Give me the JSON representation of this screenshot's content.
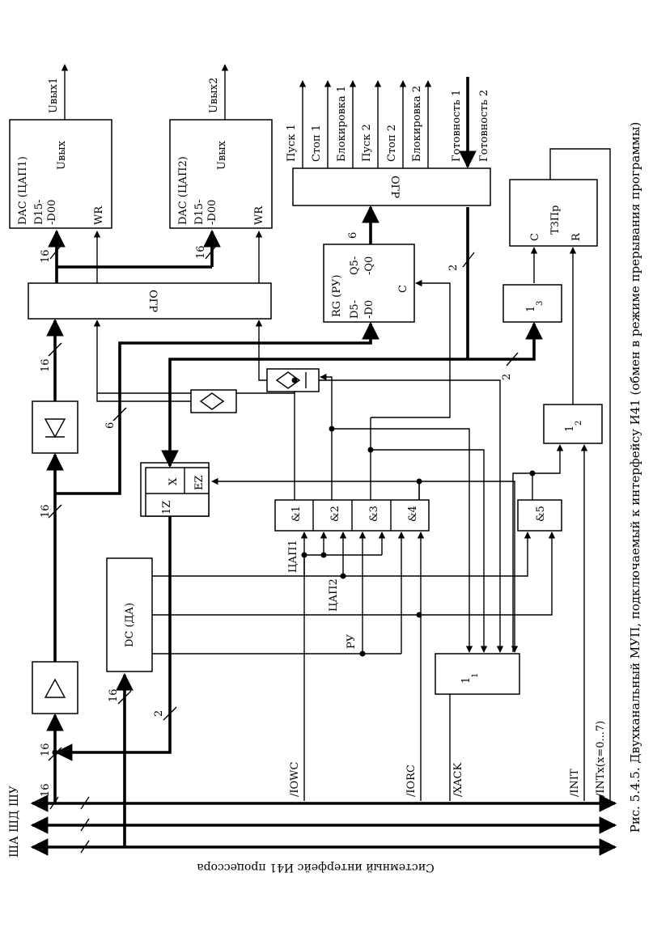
{
  "caption": "Рис. 5.4.5. Двухканальный МУП, подключаемый к интерфейсу И41 (обмен в режиме прерывания программы)",
  "bus": {
    "label": "Системный интерфейс И41 процессора",
    "lines": "ША ШД ШУ",
    "width_16": "16"
  },
  "signals": {
    "iowc": "/IOWC",
    "iorc": "/IORC",
    "xack": "/XACK",
    "init": "/INIT",
    "intx": "/INTx(x=0...7)"
  },
  "dac1": {
    "title": "DAC  (ЦАП1)",
    "d": "D15-",
    "d2": "-D00",
    "wr": "WR",
    "out": "Uвых",
    "out_label": "Uвых1"
  },
  "dac2": {
    "title": "DAC  (ЦАП2)",
    "d": "D15-",
    "d2": "-D00",
    "wr": "WR",
    "out": "Uвых",
    "out_label": "Uвых2"
  },
  "rg": {
    "title": "RG  (РУ)",
    "d": "D5-",
    "d2": "-D0",
    "q": "Q5-",
    "q2": "-Q0",
    "c": "C"
  },
  "rg_bits": "6",
  "orp_main": "ОГР",
  "orp_ctrl": "ОГР",
  "control_outputs": [
    "Пуск 1",
    "Стоп 1",
    "Блокировка 1",
    "Пуск 2",
    "Стоп 2",
    "Блокировка 2"
  ],
  "ready_inputs": [
    "Готовность 1",
    "Готовность 2"
  ],
  "tzpr": {
    "title": "ТЗПр",
    "c": "C",
    "r": "R"
  },
  "dc": "DC (ДА)",
  "decoder_outputs": [
    "ЦАП1",
    "ЦАП2",
    "РУ"
  ],
  "and_gates": [
    "&1",
    "&2",
    "&3",
    "&4",
    "&5"
  ],
  "or_gates": {
    "or1": "1",
    "or1_sub": "1",
    "or2": "1",
    "or2_sub": "2",
    "or3": "1",
    "or3_sub": "3"
  },
  "mux": {
    "x": "X",
    "ez": "EZ",
    "z": "1Z"
  },
  "bit_widths": {
    "b16": "16",
    "b6": "6",
    "b2": "2"
  }
}
